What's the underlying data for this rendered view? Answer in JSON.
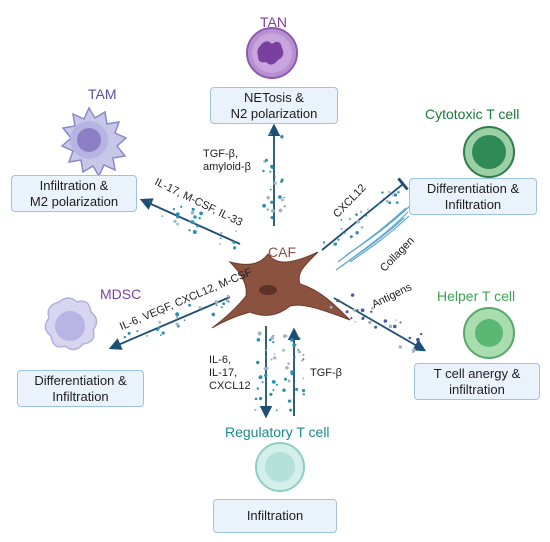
{
  "center": {
    "label": "CAF"
  },
  "cells": {
    "tan": {
      "title": "TAN",
      "effect": "NETosis &\nN2 polarization",
      "signals": "TGF-β,\namyloid-β"
    },
    "tam": {
      "title": "TAM",
      "effect": "Infiltration &\nM2 polarization",
      "signals": "IL-17, M-CSF, IL-33"
    },
    "cytotoxic": {
      "title": "Cytotoxic T cell",
      "effect": "Differentiation &\nInfiltration",
      "signals": "CXCL12",
      "extra": "Collagen"
    },
    "mdsc": {
      "title": "MDSC",
      "effect": "Differentiation &\nInfiltration",
      "signals": "IL-6, VEGF, CXCL12, M-CSF"
    },
    "helper": {
      "title": "Helper T cell",
      "effect": "T cell anergy &\ninfiltration",
      "signals": "Antigens"
    },
    "treg": {
      "title": "Regulatory T cell",
      "effect": "Infiltration",
      "signals_in": "IL-6,\nIL-17,\nCXCL12",
      "signals_out": "TGF-β"
    }
  },
  "colors": {
    "purple": "#7b3fa0",
    "green": "#1a7a3a",
    "teal": "#1a7a80",
    "brown": "#8b5240",
    "arrow": "#1c4f73",
    "box_fill": "#eaf3fb",
    "box_border": "#9cc3e4"
  }
}
